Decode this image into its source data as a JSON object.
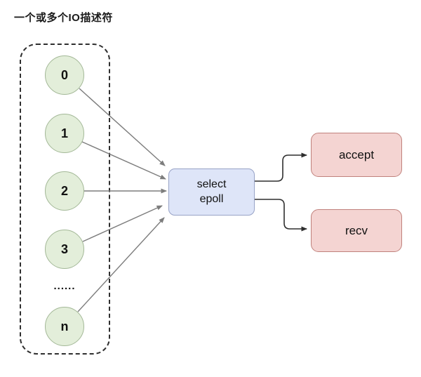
{
  "title": "一个或多个IO描述符",
  "colors": {
    "bg": "#ffffff",
    "dash": "#2f2f2f",
    "green-fill": "#e3eeda",
    "green-stroke": "#a3b897",
    "blue-fill": "#dee5f8",
    "blue-stroke": "#97a2c6",
    "red-fill": "#f4d4d2",
    "red-stroke": "#c0817c",
    "arrow-gray": "#7d7d7d",
    "arrow-black": "#2e2e2e"
  },
  "descriptors": {
    "nodes": [
      {
        "label": "0"
      },
      {
        "label": "1"
      },
      {
        "label": "2"
      },
      {
        "label": "3"
      },
      {
        "label": "n"
      }
    ],
    "ellipsis": "......"
  },
  "hub": {
    "line1": "select",
    "line2": "epoll"
  },
  "outputs": [
    {
      "label": "accept"
    },
    {
      "label": "recv"
    }
  ]
}
